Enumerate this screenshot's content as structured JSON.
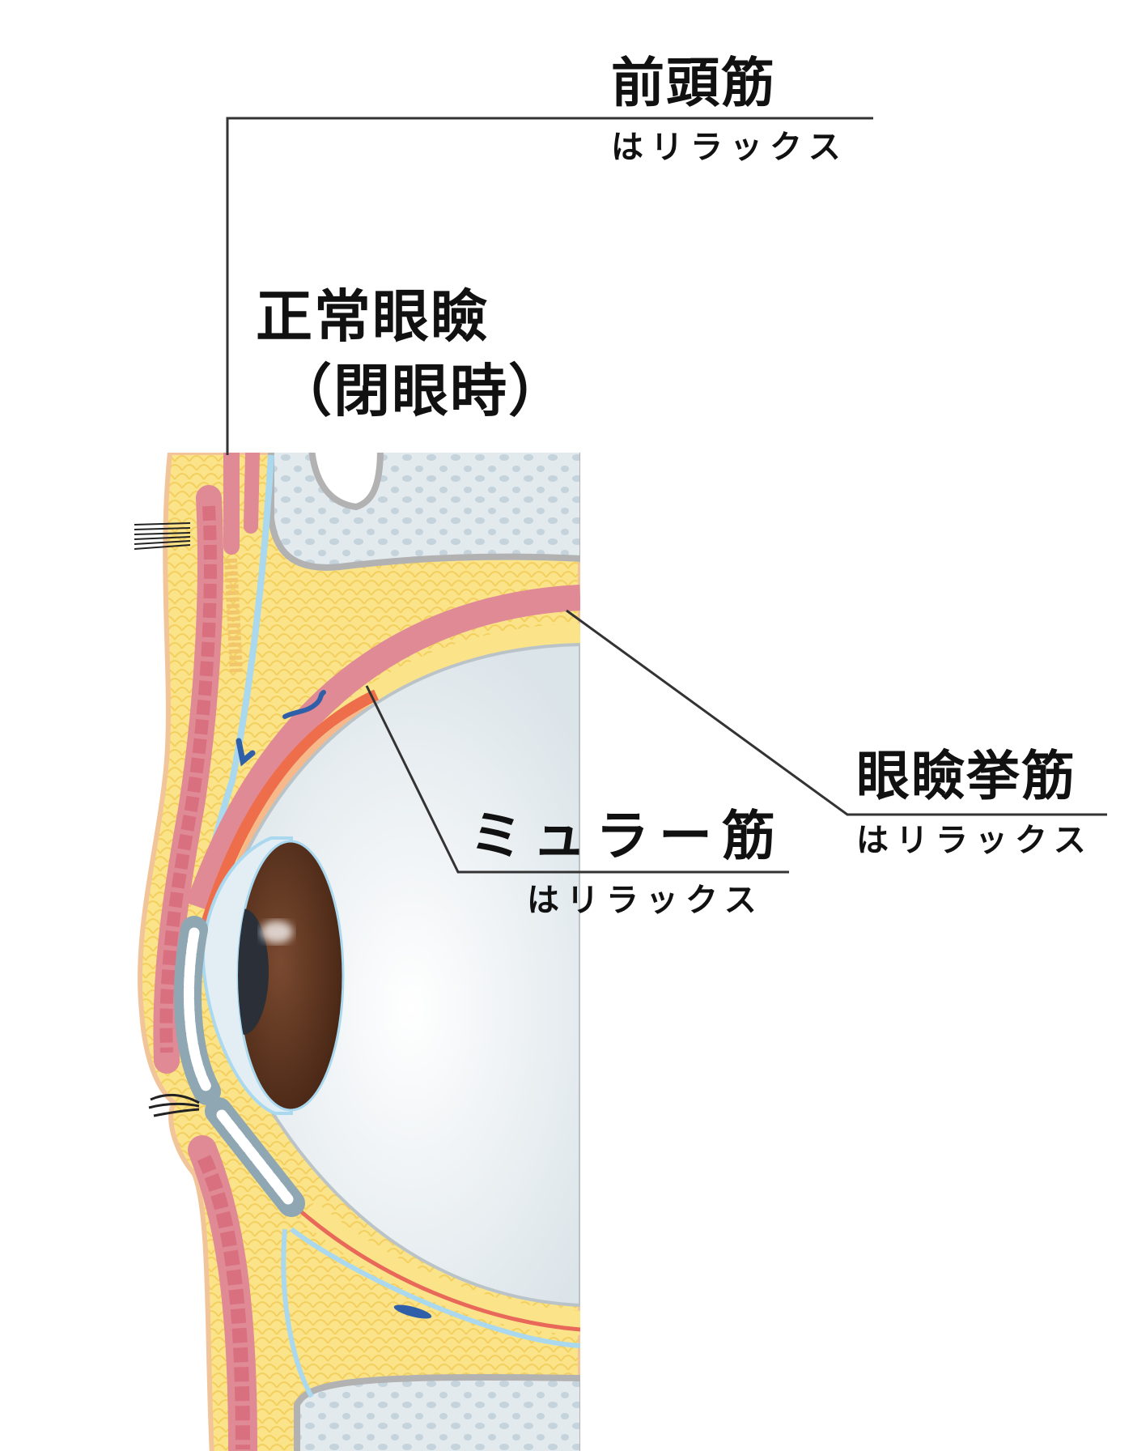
{
  "title": {
    "line1": "正常眼瞼",
    "line2": "（閉眼時）"
  },
  "labels": {
    "frontalis": {
      "name": "前頭筋",
      "state": "はリラックス"
    },
    "levator": {
      "name": "眼瞼挙筋",
      "state": "はリラックス"
    },
    "muller": {
      "name": "ミュラー筋",
      "state": "はリラックス"
    }
  },
  "colors": {
    "fat": "#fbe38a",
    "muscle": "#e08a96",
    "muller_muscle": "#ee6e4c",
    "bone": "#dde6ea",
    "iris": "#5a3220",
    "septum": "#a9d8ef",
    "tarsus": "#8fa6b3",
    "leader_line": "#333333"
  }
}
